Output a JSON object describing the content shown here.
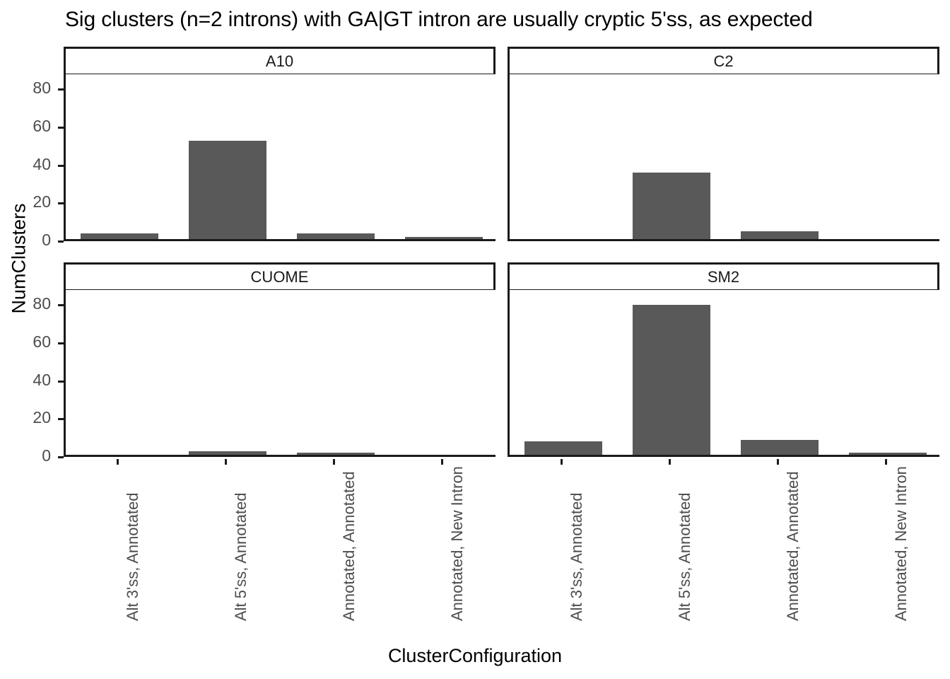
{
  "chart_data": {
    "type": "bar",
    "title": "Sig clusters (n=2 introns) with GA|GT intron are usually cryptic 5'ss, as expected",
    "xlabel": "ClusterConfiguration",
    "ylabel": "NumClusters",
    "categories": [
      "Alt 3'ss, Annotated",
      "Alt 5'ss, Annotated",
      "Annotated, Annotated",
      "Annotated, New Intron"
    ],
    "ylim": [
      0,
      88
    ],
    "yticks": [
      0,
      20,
      40,
      60,
      80
    ],
    "ytick_labels": [
      "0",
      "20",
      "40",
      "60",
      "80"
    ],
    "grid": false,
    "legend": "none",
    "facet_layout": "2x2",
    "bar_color": "#595959",
    "panels": [
      {
        "name": "A10",
        "values": [
          3,
          52,
          3,
          1
        ]
      },
      {
        "name": "C2",
        "values": [
          0,
          35,
          4,
          0
        ]
      },
      {
        "name": "CUOME",
        "values": [
          0,
          2,
          1,
          0
        ]
      },
      {
        "name": "SM2",
        "values": [
          7,
          79,
          8,
          1
        ]
      }
    ]
  },
  "axis": {
    "y_title": "NumClusters",
    "x_title": "ClusterConfiguration"
  },
  "title": {
    "text": "Sig clusters (n=2 introns) with GA|GT intron are usually cryptic 5'ss, as expected"
  }
}
